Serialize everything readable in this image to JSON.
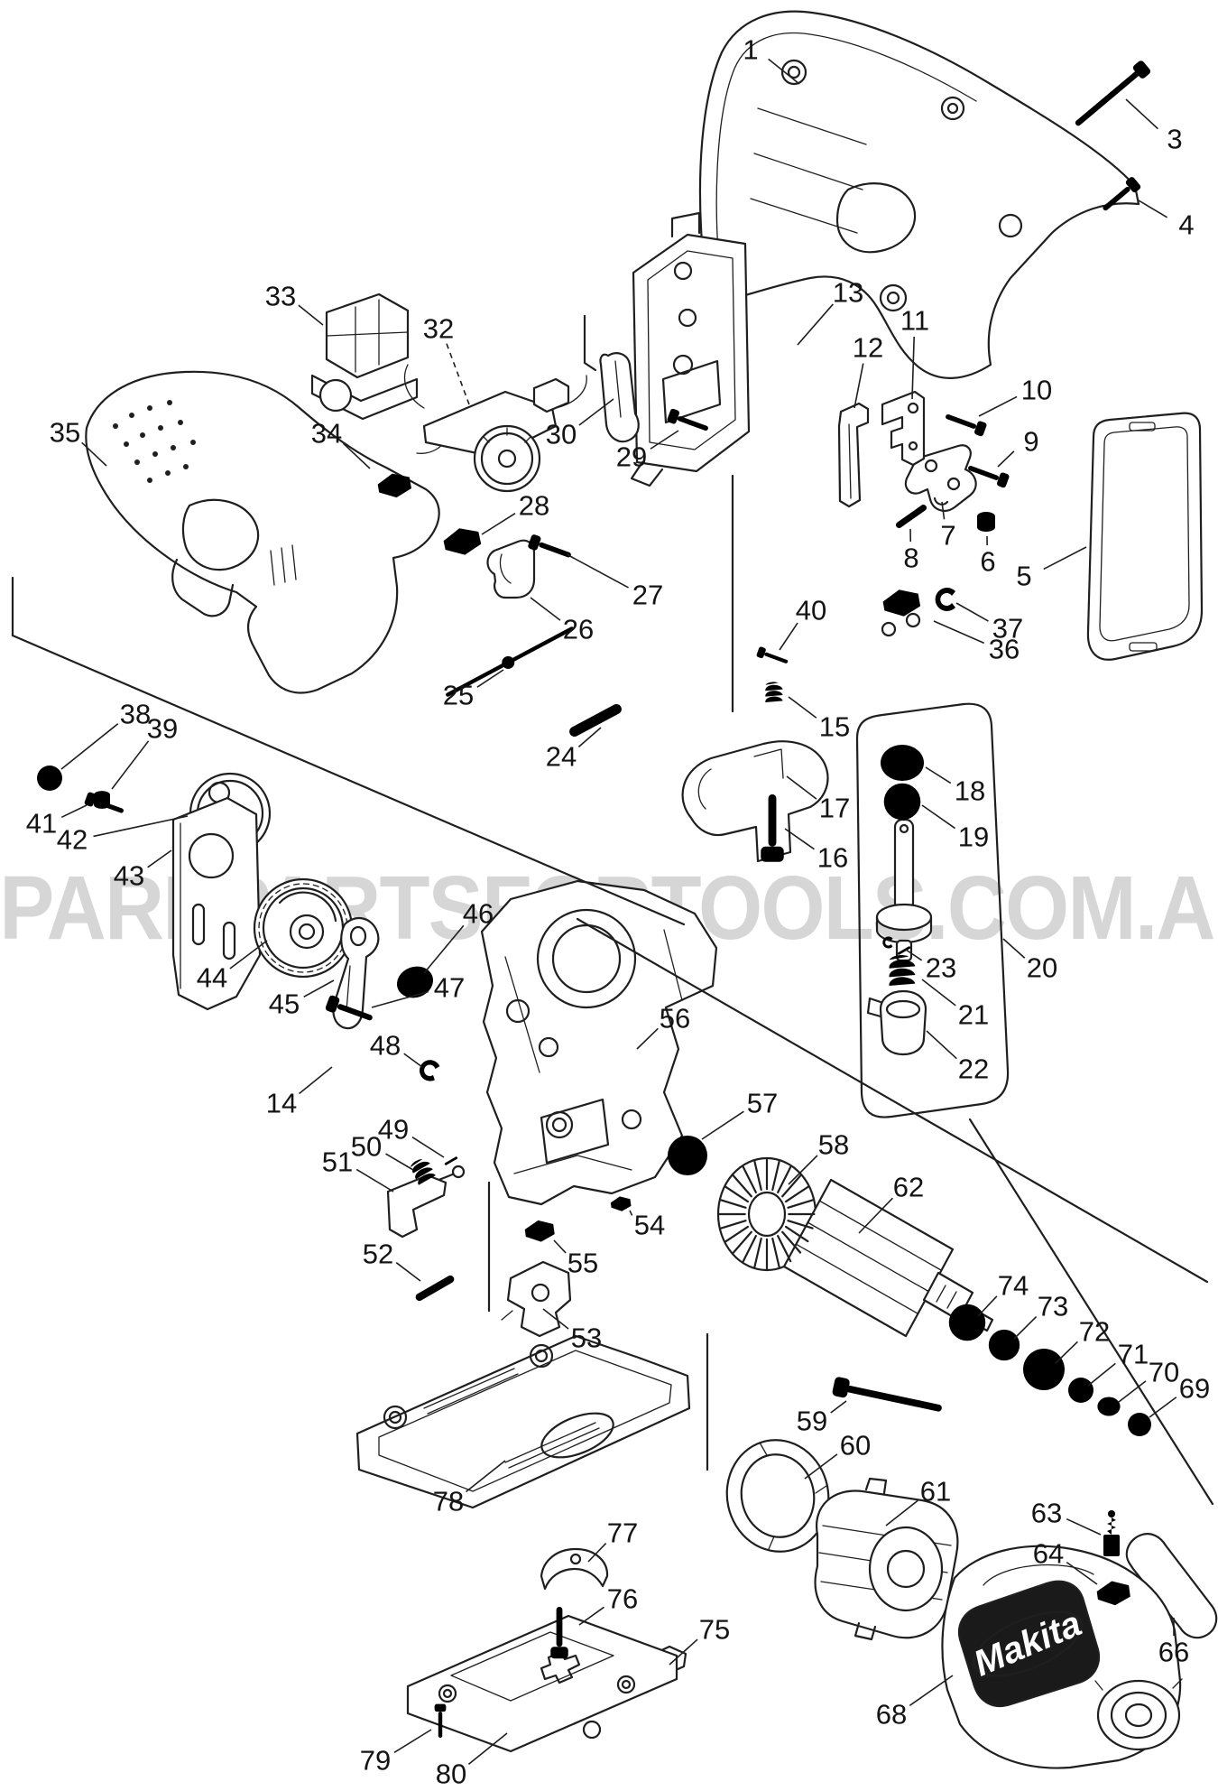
{
  "watermark": {
    "text": "SPAREPARTSFORTOOLS.COM.AU",
    "color": "#d6d6d6"
  },
  "brand": {
    "logo_text": "Makita",
    "band_color": "#141414",
    "text_color": "#ffffff"
  },
  "diagram": {
    "description": "Makita jigsaw exploded parts diagram",
    "line_color": "#1f1f1f",
    "labels": [
      [
        "1",
        832,
        55,
        886,
        93
      ],
      [
        "3",
        1302,
        154,
        1248,
        110
      ],
      [
        "4",
        1315,
        249,
        1262,
        222
      ],
      [
        "5",
        1135,
        638,
        1204,
        606
      ],
      [
        "6",
        1095,
        622,
        1094,
        594
      ],
      [
        "7",
        1051,
        593,
        1044,
        556
      ],
      [
        "8",
        1010,
        618,
        1009,
        586
      ],
      [
        "9",
        1143,
        489,
        1106,
        517
      ],
      [
        "10",
        1149,
        432,
        1085,
        461
      ],
      [
        "11",
        1014,
        355,
        1011,
        442
      ],
      [
        "12",
        962,
        385,
        947,
        452
      ],
      [
        "13",
        940,
        324,
        884,
        382
      ],
      [
        "14",
        312,
        1222,
        368,
        1182
      ],
      [
        "15",
        925,
        805,
        874,
        772
      ],
      [
        "16",
        923,
        950,
        870,
        918
      ],
      [
        "17",
        925,
        895,
        872,
        860
      ],
      [
        "18",
        1075,
        876,
        1026,
        850
      ],
      [
        "19",
        1079,
        927,
        1022,
        892
      ],
      [
        "20",
        1155,
        1072,
        1112,
        1040
      ],
      [
        "21",
        1079,
        1124,
        1022,
        1085
      ],
      [
        "22",
        1079,
        1184,
        1027,
        1142
      ],
      [
        "23",
        1043,
        1072,
        1004,
        1052
      ],
      [
        "24",
        622,
        838,
        666,
        806
      ],
      [
        "25",
        508,
        770,
        558,
        742
      ],
      [
        "26",
        641,
        697,
        588,
        662
      ],
      [
        "27",
        718,
        659,
        628,
        614
      ],
      [
        "28",
        592,
        560,
        534,
        592
      ],
      [
        "29",
        700,
        506,
        752,
        477
      ],
      [
        "30",
        622,
        481,
        680,
        442
      ],
      [
        "32",
        486,
        364,
        520,
        448,
        1
      ],
      [
        "33",
        311,
        328,
        358,
        360
      ],
      [
        "34",
        362,
        480,
        410,
        519
      ],
      [
        "35",
        72,
        479,
        118,
        516
      ],
      [
        "36",
        1113,
        719,
        1035,
        688
      ],
      [
        "37",
        1117,
        696,
        1060,
        668
      ],
      [
        "38",
        150,
        791,
        68,
        852
      ],
      [
        "39",
        180,
        807,
        124,
        874
      ],
      [
        "40",
        899,
        676,
        864,
        720
      ],
      [
        "41",
        46,
        912,
        96,
        892
      ],
      [
        "42",
        80,
        930,
        208,
        904
      ],
      [
        "43",
        143,
        970,
        190,
        942
      ],
      [
        "44",
        235,
        1083,
        296,
        1042
      ],
      [
        "45",
        315,
        1112,
        370,
        1086
      ],
      [
        "46",
        530,
        1012,
        470,
        1078
      ],
      [
        "47",
        498,
        1094,
        412,
        1116
      ],
      [
        "48",
        427,
        1158,
        468,
        1182
      ],
      [
        "49",
        436,
        1251,
        492,
        1282
      ],
      [
        "50",
        406,
        1270,
        458,
        1296
      ],
      [
        "51",
        374,
        1287,
        436,
        1320
      ],
      [
        "52",
        419,
        1389,
        466,
        1419
      ],
      [
        "53",
        650,
        1482,
        602,
        1450
      ],
      [
        "54",
        720,
        1357,
        698,
        1341
      ],
      [
        "55",
        646,
        1399,
        614,
        1374
      ],
      [
        "56",
        748,
        1128,
        706,
        1162
      ],
      [
        "57",
        845,
        1222,
        778,
        1262
      ],
      [
        "58",
        924,
        1268,
        874,
        1312
      ],
      [
        "59",
        900,
        1574,
        938,
        1552
      ],
      [
        "60",
        948,
        1601,
        892,
        1638
      ],
      [
        "61",
        1037,
        1652,
        982,
        1690
      ],
      [
        "62",
        1007,
        1315,
        952,
        1366
      ],
      [
        "63",
        1160,
        1676,
        1220,
        1700
      ],
      [
        "64",
        1162,
        1721,
        1216,
        1755
      ],
      [
        "66",
        1301,
        1830,
        1301,
        1792
      ],
      [
        "68",
        988,
        1899,
        1056,
        1856
      ],
      [
        "69",
        1324,
        1538,
        1274,
        1570
      ],
      [
        "70",
        1290,
        1520,
        1240,
        1553
      ],
      [
        "71",
        1256,
        1500,
        1206,
        1535
      ],
      [
        "72",
        1213,
        1475,
        1170,
        1510
      ],
      [
        "73",
        1167,
        1447,
        1124,
        1483
      ],
      [
        "74",
        1123,
        1424,
        1084,
        1458
      ],
      [
        "75",
        792,
        1805,
        742,
        1844
      ],
      [
        "76",
        690,
        1771,
        642,
        1800
      ],
      [
        "77",
        690,
        1698,
        652,
        1730
      ],
      [
        "78",
        497,
        1663,
        560,
        1618
      ],
      [
        "79",
        416,
        1950,
        478,
        1916
      ],
      [
        "80",
        500,
        1965,
        562,
        1920
      ]
    ],
    "glyphs": [
      [
        "3",
        "lscrew",
        1231,
        106,
        -40,
        1
      ],
      [
        "4",
        "screw",
        1240,
        218,
        -40,
        1.1
      ],
      [
        "9",
        "screw",
        1093,
        525,
        20,
        1.05
      ],
      [
        "10",
        "screw",
        1068,
        468,
        20,
        1.05
      ],
      [
        "29",
        "screw",
        765,
        468,
        -160,
        1.05
      ],
      [
        "27",
        "screw",
        612,
        608,
        -160,
        1.1
      ],
      [
        "47",
        "screw",
        390,
        1120,
        -160,
        1.2
      ],
      [
        "41",
        "screw",
        118,
        892,
        -160,
        1
      ],
      [
        "40",
        "screw",
        858,
        728,
        -160,
        0.8
      ],
      [
        "59",
        "lscrew",
        985,
        1548,
        -168,
        1.2
      ],
      [
        "76",
        "screw",
        620,
        1806,
        90,
        1.3
      ],
      [
        "79",
        "screw",
        488,
        1908,
        -90,
        0.85
      ],
      [
        "16",
        "screw",
        856,
        914,
        90,
        1.7
      ],
      [
        "8",
        "pin",
        1010,
        572,
        -35,
        1
      ],
      [
        "52",
        "pin",
        482,
        1427,
        -30,
        1.2
      ],
      [
        "49",
        "pin",
        500,
        1286,
        -30,
        0.4
      ],
      [
        "23",
        "pin",
        1002,
        1053,
        -30,
        0.4
      ],
      [
        "23",
        "ering",
        985,
        1044,
        0,
        0.5
      ],
      [
        "24",
        "pin",
        660,
        798,
        -28,
        1.6
      ],
      [
        "25",
        "rod",
        565,
        733,
        -28,
        1
      ],
      [
        "15",
        "spring",
        858,
        770,
        0,
        0.8
      ],
      [
        "21",
        "spring",
        1000,
        1080,
        0,
        1.2
      ],
      [
        "50",
        "spring",
        470,
        1300,
        -25,
        0.9
      ],
      [
        "38",
        "ring",
        55,
        862,
        0,
        1
      ],
      [
        "19",
        "ring",
        1000,
        888,
        0,
        1.45
      ],
      [
        "71",
        "ring",
        1198,
        1540,
        0,
        1
      ],
      [
        "18",
        "washer",
        1000,
        845,
        0,
        2
      ],
      [
        "46",
        "washer",
        460,
        1088,
        -20,
        1.7
      ],
      [
        "70",
        "washer",
        1229,
        1558,
        0,
        1.05
      ],
      [
        "57",
        "bearing",
        762,
        1280,
        0,
        1
      ],
      [
        "74",
        "bearing",
        1072,
        1465,
        0,
        0.92
      ],
      [
        "73",
        "bearing",
        1113,
        1490,
        0,
        0.78
      ],
      [
        "72",
        "gear",
        1157,
        1517,
        0,
        1
      ],
      [
        "69",
        "star",
        1263,
        1578,
        0,
        1
      ],
      [
        "6",
        "nut",
        1093,
        578,
        0,
        1
      ],
      [
        "39",
        "nut",
        113,
        886,
        0,
        0.9
      ],
      [
        "37",
        "ering",
        1050,
        664,
        0,
        1
      ],
      [
        "48",
        "ering",
        477,
        1186,
        20,
        0.9
      ],
      [
        "63",
        "brush",
        1232,
        1712,
        0,
        1
      ],
      [
        "28",
        "block",
        512,
        599,
        -12,
        1
      ],
      [
        "34",
        "block",
        437,
        537,
        -10,
        0.9
      ],
      [
        "36",
        "block",
        999,
        667,
        -10,
        1
      ],
      [
        "54",
        "block",
        688,
        1333,
        -8,
        0.55
      ],
      [
        "55",
        "block",
        598,
        1363,
        -8,
        0.8
      ],
      [
        "64",
        "block",
        1234,
        1764,
        -8,
        0.9
      ]
    ],
    "guides": [
      [
        812,
        527,
        812,
        788
      ],
      [
        14,
        640,
        14,
        704
      ],
      [
        14,
        704,
        758,
        1024
      ],
      [
        640,
        1018,
        1338,
        1420
      ],
      [
        1075,
        1240,
        1344,
        1666
      ],
      [
        784,
        1478,
        784,
        1628
      ],
      [
        542,
        1310,
        542,
        1452
      ]
    ]
  }
}
